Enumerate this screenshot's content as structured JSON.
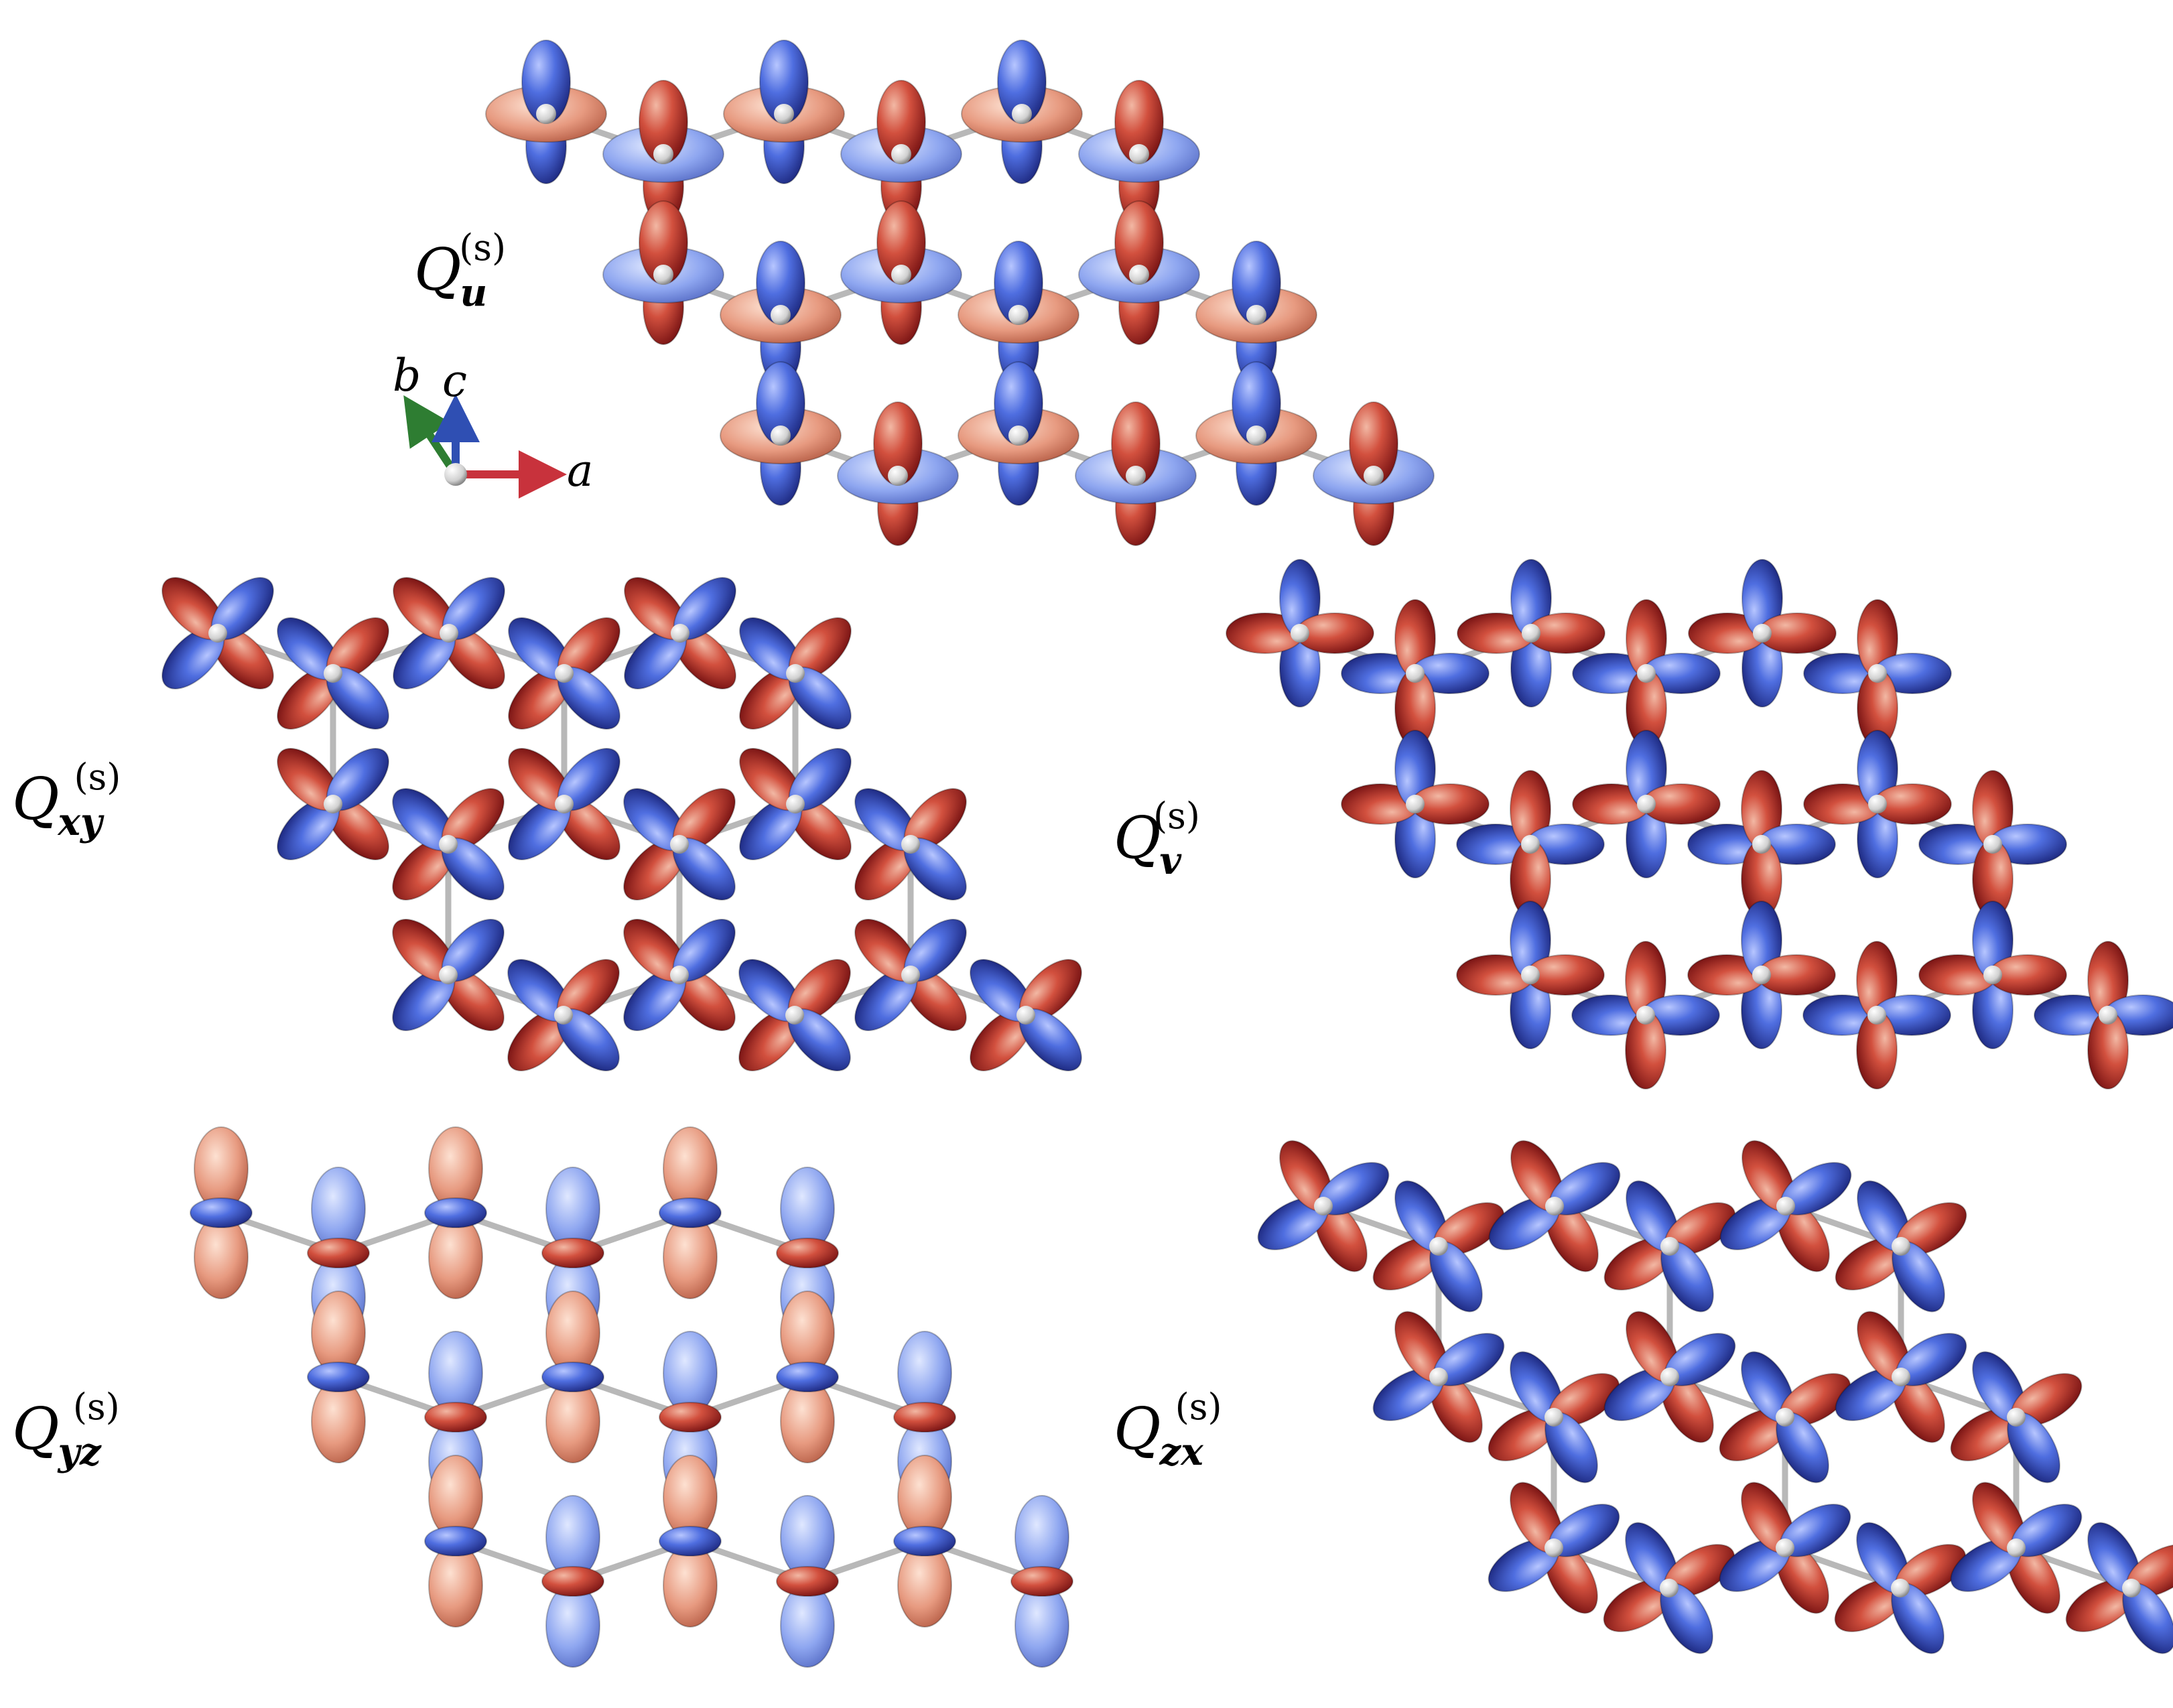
{
  "labels": {
    "Qu": {
      "sym": "Q",
      "sub": "u",
      "sup": "(s)"
    },
    "Qxy": {
      "sym": "Q",
      "sub": "xy",
      "sup": "(s)"
    },
    "Qv": {
      "sym": "Q",
      "sub": "v",
      "sup": "(s)"
    },
    "Qyz": {
      "sym": "Q",
      "sub": "yz",
      "sup": "(s)"
    },
    "Qzx": {
      "sym": "Q",
      "sub": "zx",
      "sup": "(s)"
    }
  },
  "axes": {
    "a": "a",
    "b": "b",
    "c": "c",
    "a_color": "#c8323c",
    "b_color": "#2e7d32",
    "c_color": "#2f4fb3"
  },
  "colors": {
    "positive": "#c0302a",
    "negative": "#3d56c8",
    "bond": "#c8c8c8",
    "atom": "#e6e6e6"
  }
}
